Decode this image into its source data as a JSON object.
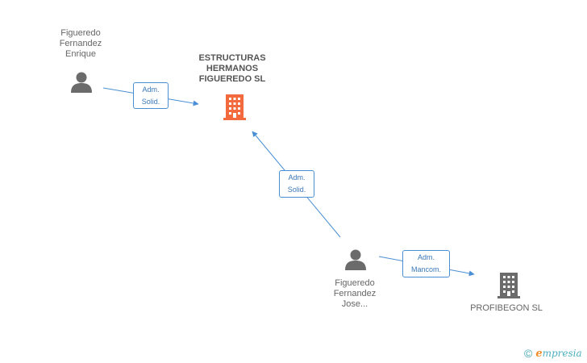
{
  "nodes": {
    "person_enrique": {
      "lines": [
        "Figueredo",
        "Fernandez",
        "Enrique"
      ],
      "icon": "person-icon"
    },
    "company_main": {
      "lines": [
        "ESTRUCTURAS",
        "HERMANOS",
        "FIGUEREDO SL"
      ],
      "icon": "building-icon",
      "color": "#f26a3d"
    },
    "person_jose": {
      "lines": [
        "Figueredo",
        "Fernandez",
        "Jose..."
      ],
      "icon": "person-icon"
    },
    "company_profibegon": {
      "lines": [
        "PROFIBEGON SL"
      ],
      "icon": "building-icon",
      "color": "#6b6b6b"
    }
  },
  "edges": [
    {
      "from": "person_enrique",
      "to": "company_main",
      "label": [
        "Adm.",
        "Solid."
      ]
    },
    {
      "from": "person_jose",
      "to": "company_main",
      "label": [
        "Adm.",
        "Solid."
      ]
    },
    {
      "from": "person_jose",
      "to": "company_profibegon",
      "label": [
        "Adm.",
        "Mancom."
      ]
    }
  ],
  "colors": {
    "edge": "#4a8fd4",
    "person_icon": "#6b6b6b"
  },
  "brand": {
    "copyright": "©",
    "initial": "e",
    "rest": "mpresia"
  }
}
